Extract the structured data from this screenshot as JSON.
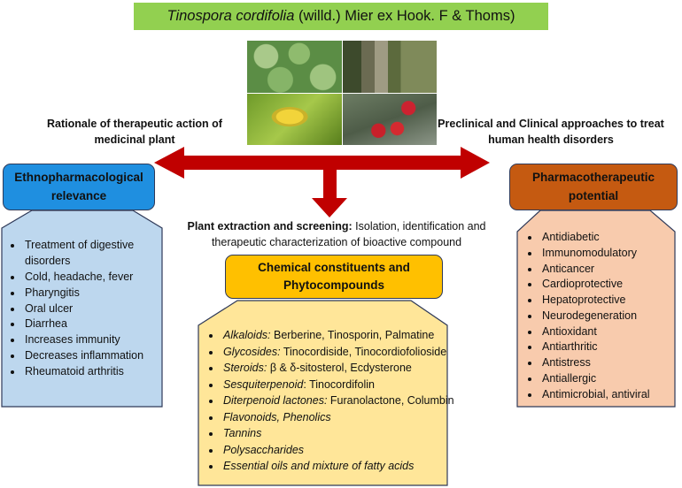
{
  "title": {
    "species": "Tinospora cordifolia",
    "authority": "(willd.) Mier ex Hook. F & Thoms)"
  },
  "labels": {
    "left": "Rationale of therapeutic action of medicinal plant",
    "right": "Preclinical and Clinical approaches to treat human health disorders",
    "center_bold": "Plant extraction and screening:",
    "center_rest": "Isolation, identification and therapeutic characterization of bioactive compound"
  },
  "ethno": {
    "heading": "Ethnopharmacological relevance",
    "items": [
      "Treatment of digestive disorders",
      "Cold, headache, fever",
      "Pharyngitis",
      "Oral ulcer",
      "Diarrhea",
      "Increases immunity",
      "Decreases inflammation",
      "Rheumatoid arthritis"
    ]
  },
  "chem": {
    "heading": "Chemical constituents and Phytocompounds",
    "items": [
      {
        "name": "Alkaloids:",
        "detail": "Berberine, Tinosporin, Palmatine"
      },
      {
        "name": "Glycosides:",
        "detail": "Tinocordiside, Tinocordiofolioside"
      },
      {
        "name": "Steroids:",
        "detail": "β & δ-sitosterol, Ecdysterone"
      },
      {
        "name": "Sesquiterpenoid",
        "detail": ": Tinocordifolin"
      },
      {
        "name": "Diterpenoid lactones:",
        "detail": "Furanolactone, Columbin"
      },
      {
        "name": "Flavonoids, Phenolics",
        "detail": ""
      },
      {
        "name": "Tannins",
        "detail": ""
      },
      {
        "name": "Polysaccharides",
        "detail": ""
      },
      {
        "name": "Essential oils and mixture of fatty acids",
        "detail": ""
      }
    ]
  },
  "pharma": {
    "heading": "Pharmacotherapeutic potential",
    "items": [
      "Antidiabetic",
      "Immunomodulatory",
      "Anticancer",
      "Cardioprotective",
      "Hepatoprotective",
      "Neurodegeneration",
      "Antioxidant",
      "Antiarthritic",
      "Antistress",
      "Antiallergic",
      "Antimicrobial, antiviral"
    ]
  },
  "colors": {
    "title_bg": "#92d050",
    "ethno_head": "#1f8fe0",
    "ethno_body": "#bdd7ee",
    "chem_head": "#ffc000",
    "chem_body": "#ffe699",
    "pharma_head": "#c55a11",
    "pharma_body": "#f8cbad",
    "arrow": "#c00000",
    "border": "#2f3a59"
  }
}
